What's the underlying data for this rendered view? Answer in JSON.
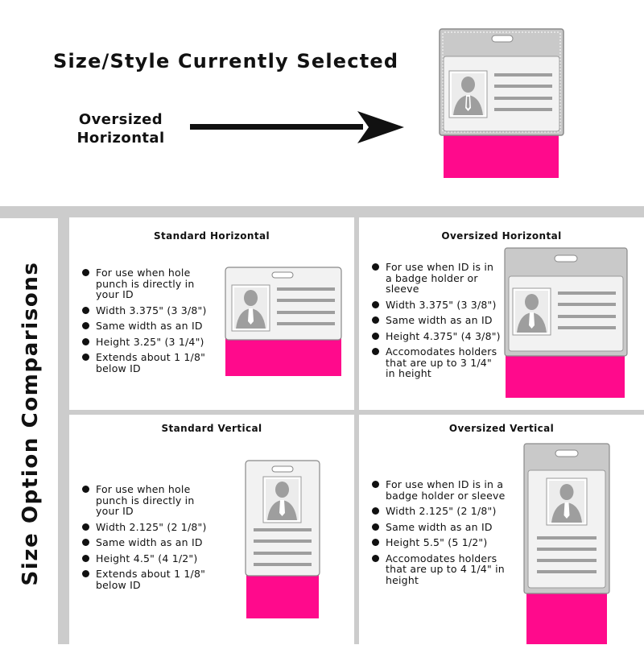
{
  "header": {
    "title": "Size/Style Currently Selected",
    "selected_line1": "Oversized",
    "selected_line2": "Horizontal"
  },
  "side_title": "Size Option Comparisons",
  "colors": {
    "accent": "#ff0a8c",
    "gray_sleeve": "#c9c9c9",
    "card": "#f2f2f2",
    "silhouette": "#9e9e9e",
    "divider": "#cccccc"
  },
  "panels": [
    {
      "title": "Standard Horizontal",
      "bullets": [
        "For use when hole punch is directly in your ID",
        "Width 3.375\" (3 3/8\")",
        "Same width as an ID",
        "Height 3.25\" (3 1/4\")",
        "Extends about 1 1/8\" below ID"
      ]
    },
    {
      "title": "Oversized Horizontal",
      "bullets": [
        "For use when ID is in a badge holder or sleeve",
        "Width 3.375\" (3 3/8\")",
        "Same width as an ID",
        "Height 4.375\" (4 3/8\")",
        "Accomodates holders that are up to 3 1/4\" in height"
      ]
    },
    {
      "title": "Standard Vertical",
      "bullets": [
        "For use when hole punch is directly in your ID",
        "Width 2.125\" (2 1/8\")",
        "Same width as an ID",
        "Height 4.5\" (4 1/2\")",
        "Extends about 1 1/8\" below ID"
      ]
    },
    {
      "title": "Oversized Vertical",
      "bullets": [
        "For use when ID is in a badge holder or sleeve",
        "Width 2.125\" (2 1/8\")",
        "Same width as an ID",
        "Height 5.5\" (5 1/2\")",
        "Accomodates holders that are up to 4 1/4\" in height"
      ]
    }
  ]
}
